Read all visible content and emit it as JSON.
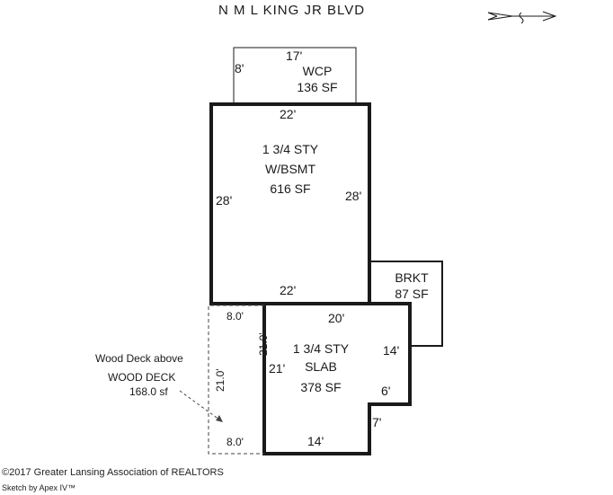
{
  "street": "N M L KING JR BLVD",
  "icons": {
    "north_arrow": "north-arrow-icon"
  },
  "rooms": {
    "wcp": {
      "name": "WCP",
      "area": "136 SF",
      "dims": {
        "width": "17'",
        "depth": "8'"
      }
    },
    "main": {
      "line1": "1 3/4 STY",
      "line2": "W/BSMT",
      "area": "616 SF",
      "dims": {
        "top": "22'",
        "bottom": "22'",
        "left": "28'",
        "right": "28'"
      }
    },
    "brkt": {
      "name": "BRKT",
      "area": "87 SF"
    },
    "slab": {
      "line1": "1 3/4 STY",
      "line2": "SLAB",
      "area": "378 SF",
      "dims": {
        "top": "20'",
        "left_outer": "21.0'",
        "left_inner": "21'",
        "right_upper": "14'",
        "right_notch": "6'",
        "notch_side": "7'",
        "bottom": "14'"
      }
    },
    "deck": {
      "dims": {
        "top": "8.0'",
        "left": "21.0'",
        "bottom": "8.0'"
      }
    }
  },
  "annotation": {
    "line1": "Wood Deck above",
    "line2": "WOOD DECK",
    "line3": "168.0 sf"
  },
  "footer": {
    "copyright": "©2017 Greater Lansing Association of REALTORS",
    "sketch": "Sketch by Apex IV™"
  },
  "colors": {
    "wall": "#1a1a1a",
    "deck": "#444444"
  }
}
